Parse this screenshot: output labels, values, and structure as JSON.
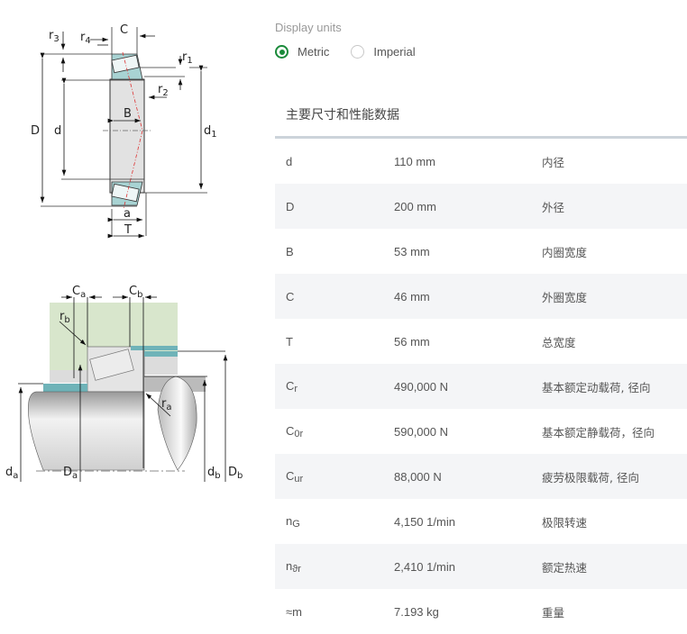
{
  "units": {
    "label": "Display units",
    "options": [
      {
        "label": "Metric",
        "selected": true
      },
      {
        "label": "Imperial",
        "selected": false
      }
    ],
    "accent_color": "#1a8a3a"
  },
  "section_title": "主要尺寸和性能数据",
  "rows": [
    {
      "sym": "d",
      "sub": "",
      "value": "110 mm",
      "desc": "内径"
    },
    {
      "sym": "D",
      "sub": "",
      "value": "200 mm",
      "desc": "外径"
    },
    {
      "sym": "B",
      "sub": "",
      "value": "53 mm",
      "desc": "内圈宽度"
    },
    {
      "sym": "C",
      "sub": "",
      "value": "46 mm",
      "desc": "外圈宽度"
    },
    {
      "sym": "T",
      "sub": "",
      "value": "56 mm",
      "desc": "总宽度"
    },
    {
      "sym": "C",
      "sub": "r",
      "value": "490,000 N",
      "desc": "基本额定动载荷, 径向"
    },
    {
      "sym": "C",
      "sub": "0r",
      "value": "590,000 N",
      "desc": "基本额定静载荷，径向"
    },
    {
      "sym": "C",
      "sub": "ur",
      "value": "88,000 N",
      "desc": "疲劳极限载荷, 径向"
    },
    {
      "sym": "n",
      "sub": "G",
      "value": "4,150 1/min",
      "desc": "极限转速"
    },
    {
      "sym": "n",
      "sub": "ϑr",
      "value": "2,410 1/min",
      "desc": "额定热速"
    },
    {
      "sym": "≈m",
      "sub": "",
      "value": "7.193 kg",
      "desc": "重量"
    }
  ],
  "diagram_labels": {
    "top": {
      "r3": "r",
      "r3s": "3",
      "r4": "r",
      "r4s": "4",
      "C": "C",
      "r1": "r",
      "r1s": "1",
      "r2": "r",
      "r2s": "2",
      "B": "B",
      "D": "D",
      "d": "d",
      "d1": "d",
      "d1s": "1",
      "a": "a",
      "T": "T"
    },
    "bottom": {
      "Ca": "C",
      "Cas": "a",
      "Cb": "C",
      "Cbs": "b",
      "rb": "r",
      "rbs": "b",
      "ra": "r",
      "ras": "a",
      "da": "d",
      "das": "a",
      "Da": "D",
      "Das": "a",
      "db": "d",
      "dbs": "b",
      "Db": "D",
      "Dbs": "b"
    }
  }
}
